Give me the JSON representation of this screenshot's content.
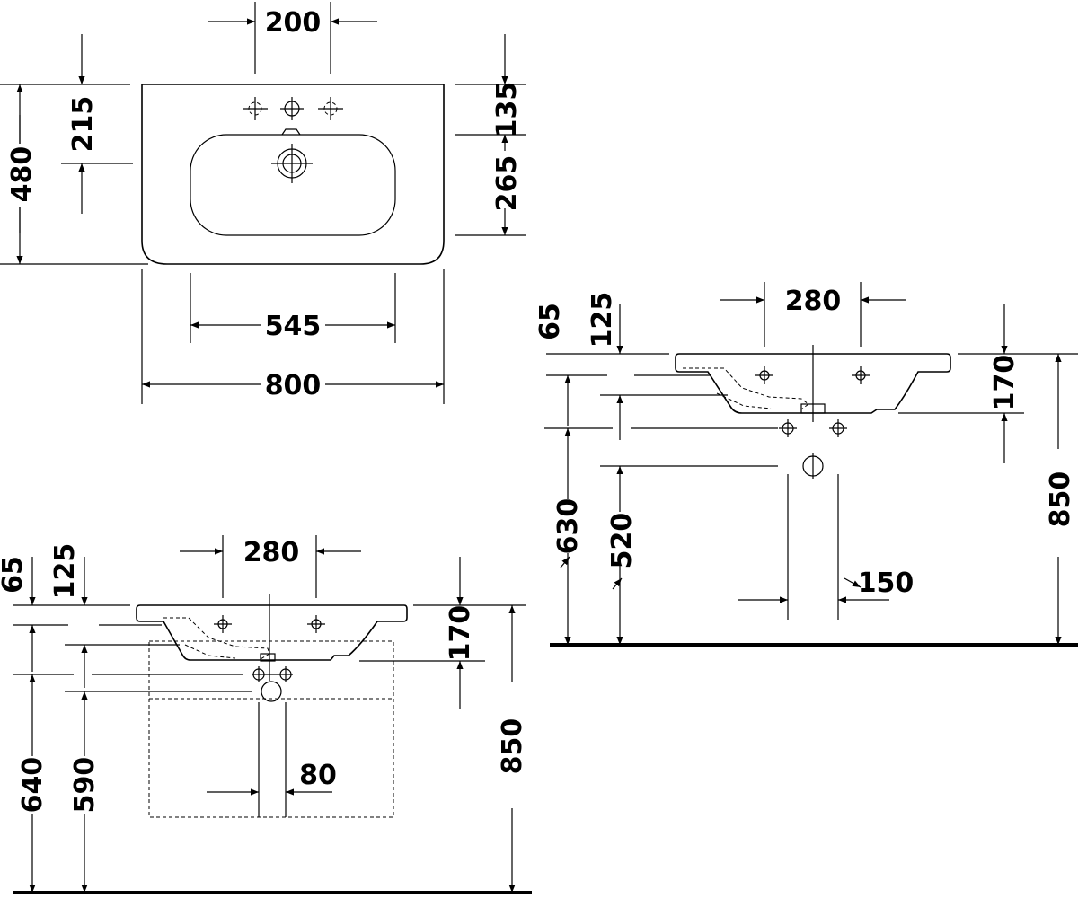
{
  "top_view": {
    "tap_spacing": "200",
    "front_to_taps": "215",
    "depth": "480",
    "back_to_bowl": "135",
    "bowl_depth": "265",
    "bowl_width": "545",
    "width": "800"
  },
  "side_view_left": {
    "back_offset": "65",
    "back_to_tap": "125",
    "tap_spacing": "280",
    "basin_height": "170",
    "drain_height_1": "640",
    "drain_height_2": "590",
    "pipe_spacing": "80",
    "rim_height": "850"
  },
  "side_view_right": {
    "back_offset": "65",
    "back_to_tap": "125",
    "tap_spacing": "280",
    "basin_height": "170",
    "drain_height_1": "630",
    "drain_height_2": "520",
    "pipe_spacing": "150",
    "rim_height": "850"
  }
}
